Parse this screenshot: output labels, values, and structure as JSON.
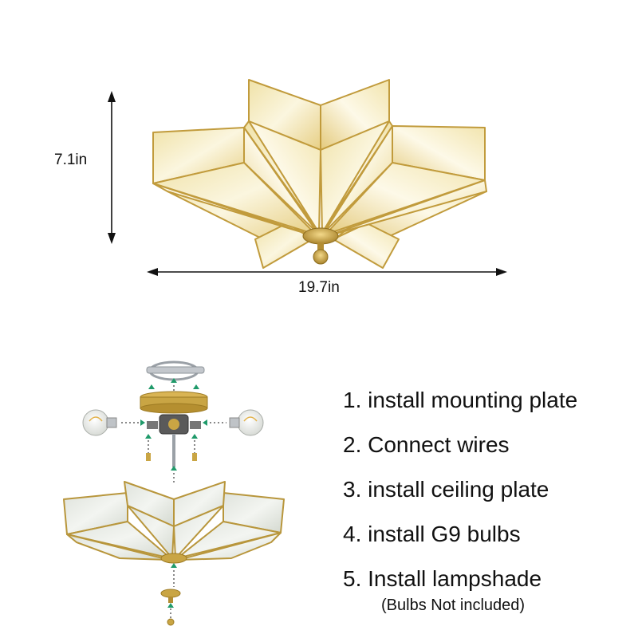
{
  "dimensions": {
    "height_label": "7.1in",
    "width_label": "19.7in"
  },
  "steps": [
    "1. install mounting plate",
    "2. Connect wires",
    "3. install ceiling plate",
    "4. install G9 bulbs",
    "5. Install lampshade"
  ],
  "note": "(Bulbs Not included)",
  "colors": {
    "brass": "#c9a544",
    "brass_dark": "#9c7a22",
    "glass_light": "#fbf5dc",
    "glass_warm": "#efe0a6",
    "arrow_green": "#1f9a6a",
    "glass_grey": "#e6e9e2"
  }
}
